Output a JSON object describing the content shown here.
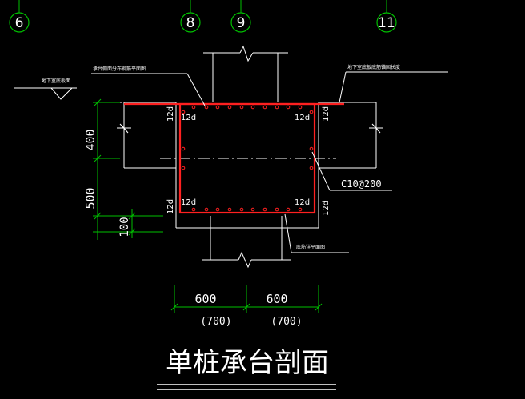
{
  "axes": {
    "a6": "6",
    "a8": "8",
    "a9": "9",
    "a11": "11"
  },
  "labels": {
    "basement_floor_left": "地下室底板面",
    "cap_side_label": "承台侧面分布钢筋平面图",
    "basement_rebar_right": "地下室底板底筋锚固长度",
    "bottom_rebar_label": "底筋详平面图",
    "stirrup": "C10@200",
    "d12": "12d"
  },
  "dimensions": {
    "v400": "400",
    "v500": "500",
    "v100": "100",
    "h600_left": "600",
    "h600_right": "600",
    "h700_left": "(700)",
    "h700_right": "(700)"
  },
  "title": "单桩承台剖面",
  "colors": {
    "background": "#000000",
    "line": "#ffffff",
    "rebar": "#ff2020",
    "dimension": "#00c000",
    "axis_bubble": "#00c000"
  }
}
